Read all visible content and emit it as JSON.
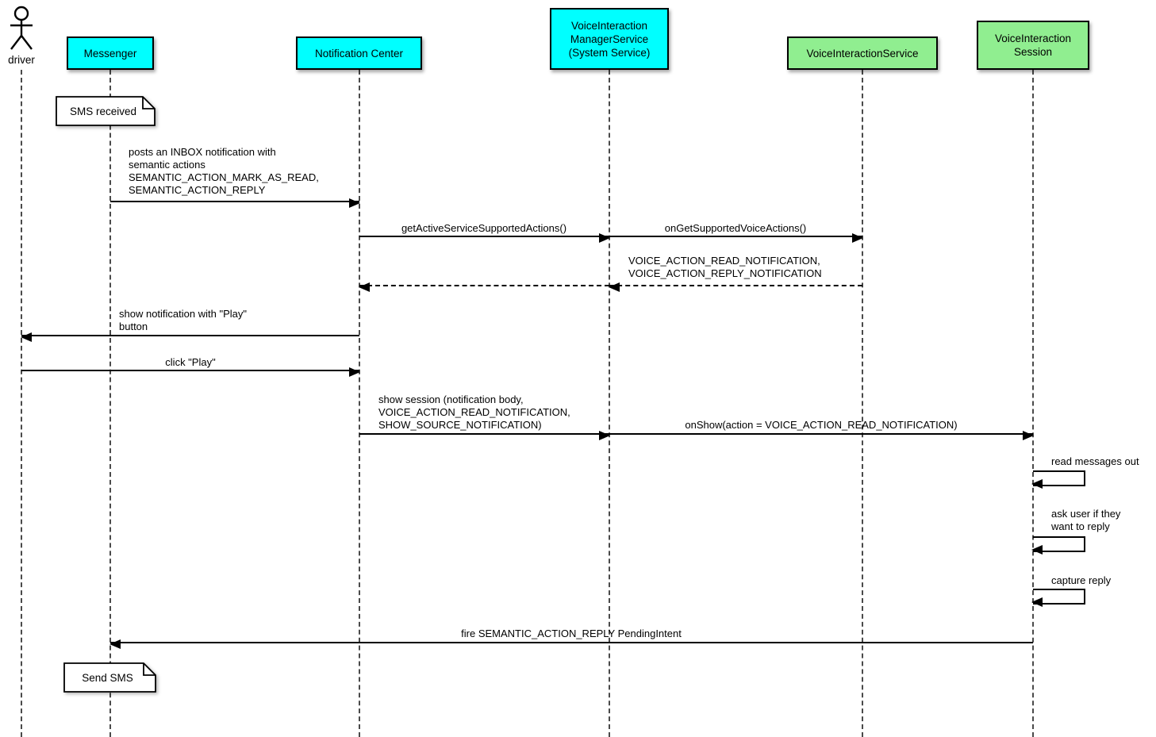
{
  "diagram_type": "uml-sequence-diagram",
  "colors": {
    "system_participant": "#00FFFF",
    "voice_service_participant": "#90EE90",
    "line": "#000000",
    "background": "#FFFFFF"
  },
  "participants": [
    {
      "id": "driver",
      "kind": "actor",
      "label": "driver"
    },
    {
      "id": "messenger",
      "kind": "box",
      "color": "#00FFFF",
      "label": "Messenger"
    },
    {
      "id": "notification-center",
      "kind": "box",
      "color": "#00FFFF",
      "label": "Notification Center"
    },
    {
      "id": "voice-interaction-manager-service",
      "kind": "box",
      "color": "#00FFFF",
      "label": "VoiceInteraction\nManagerService\n(System Service)"
    },
    {
      "id": "voice-interaction-service",
      "kind": "box",
      "color": "#90EE90",
      "label": "VoiceInteractionService"
    },
    {
      "id": "voice-interaction-session",
      "kind": "box",
      "color": "#90EE90",
      "label": "VoiceInteraction\nSession"
    }
  ],
  "notes": [
    {
      "attached_to": "messenger",
      "text": "SMS received"
    },
    {
      "attached_to": "messenger",
      "text": "Send SMS"
    }
  ],
  "messages": [
    {
      "from": "messenger",
      "to": "notification-center",
      "style": "solid",
      "label": "posts an INBOX notification with\nsemantic actions\nSEMANTIC_ACTION_MARK_AS_READ,\nSEMANTIC_ACTION_REPLY"
    },
    {
      "from": "notification-center",
      "to": "voice-interaction-manager-service",
      "style": "solid",
      "label": "getActiveServiceSupportedActions()"
    },
    {
      "from": "voice-interaction-manager-service",
      "to": "voice-interaction-service",
      "style": "solid",
      "label": "onGetSupportedVoiceActions()"
    },
    {
      "from": "voice-interaction-service",
      "to": "voice-interaction-manager-service",
      "style": "return-dashed",
      "label": "VOICE_ACTION_READ_NOTIFICATION,\nVOICE_ACTION_REPLY_NOTIFICATION"
    },
    {
      "from": "voice-interaction-manager-service",
      "to": "notification-center",
      "style": "return-dashed",
      "label": ""
    },
    {
      "from": "notification-center",
      "to": "driver",
      "style": "solid",
      "label": "show notification with \"Play\"\nbutton"
    },
    {
      "from": "driver",
      "to": "notification-center",
      "style": "solid",
      "label": "click \"Play\""
    },
    {
      "from": "notification-center",
      "to": "voice-interaction-manager-service",
      "style": "solid",
      "label": "show session (notification body,\nVOICE_ACTION_READ_NOTIFICATION,\nSHOW_SOURCE_NOTIFICATION)"
    },
    {
      "from": "voice-interaction-manager-service",
      "to": "voice-interaction-session",
      "style": "solid",
      "label": "onShow(action = VOICE_ACTION_READ_NOTIFICATION)"
    },
    {
      "from": "voice-interaction-session",
      "to": "voice-interaction-session",
      "style": "self",
      "label": "read messages out"
    },
    {
      "from": "voice-interaction-session",
      "to": "voice-interaction-session",
      "style": "self",
      "label": "ask user if they\nwant to reply"
    },
    {
      "from": "voice-interaction-session",
      "to": "voice-interaction-session",
      "style": "self",
      "label": "capture reply"
    },
    {
      "from": "voice-interaction-session",
      "to": "messenger",
      "style": "solid",
      "label": "fire SEMANTIC_ACTION_REPLY PendingIntent"
    }
  ]
}
